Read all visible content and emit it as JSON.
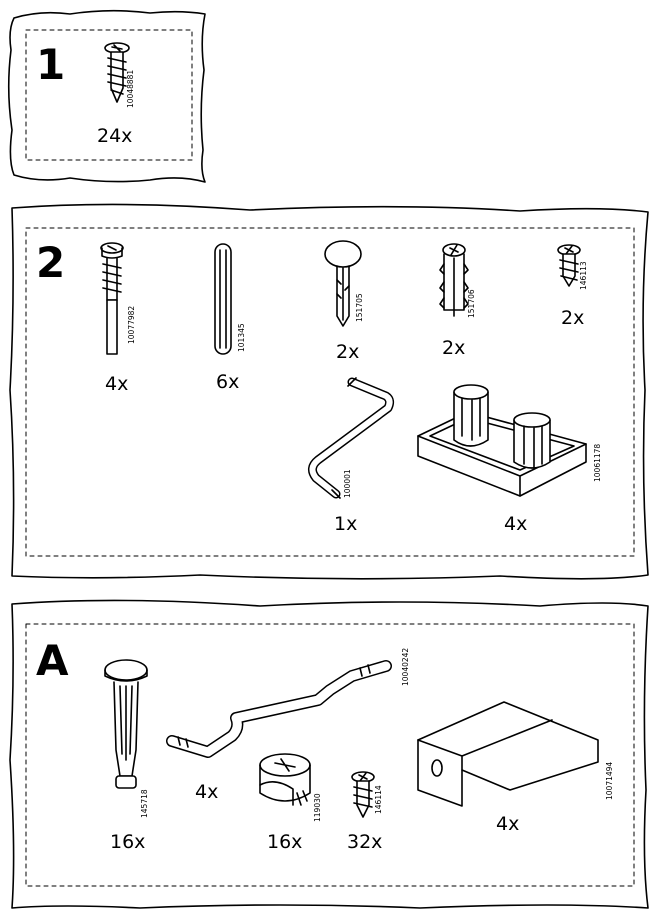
{
  "bags": [
    {
      "label": "1",
      "parts": [
        {
          "code": "10048881",
          "qty": "24x",
          "icon": "screw-icon"
        }
      ]
    },
    {
      "label": "2",
      "parts": [
        {
          "code": "10077982",
          "qty": "4x",
          "icon": "cam-bolt-icon"
        },
        {
          "code": "101345",
          "qty": "6x",
          "icon": "wooden-dowel-icon"
        },
        {
          "code": "151705",
          "qty": "2x",
          "icon": "plastic-plug-icon"
        },
        {
          "code": "151706",
          "qty": "2x",
          "icon": "wall-anchor-icon"
        },
        {
          "code": "146113",
          "qty": "2x",
          "icon": "short-screw-icon"
        },
        {
          "code": "100001",
          "qty": "1x",
          "icon": "allen-key-icon"
        },
        {
          "code": "10061178",
          "qty": "4x",
          "icon": "foot-pad-icon"
        }
      ]
    },
    {
      "label": "A",
      "parts": [
        {
          "code": "145718",
          "qty": "16x",
          "icon": "shelf-pin-icon"
        },
        {
          "code": "10040242",
          "qty": "4x",
          "icon": "wire-rod-icon"
        },
        {
          "code": "119030",
          "qty": "16x",
          "icon": "cam-lock-icon"
        },
        {
          "code": "146114",
          "qty": "32x",
          "icon": "small-screw-icon"
        },
        {
          "code": "10071494",
          "qty": "4x",
          "icon": "bracket-icon"
        }
      ]
    }
  ]
}
